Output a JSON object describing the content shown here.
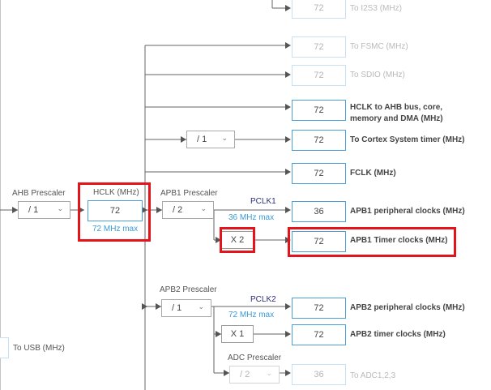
{
  "ahb_prescaler": {
    "label": "AHB Prescaler",
    "value": "/ 1"
  },
  "hclk": {
    "label": "HCLK (MHz)",
    "value": "72",
    "max": "72 MHz max"
  },
  "apb1_prescaler": {
    "label": "APB1 Prescaler",
    "value": "/ 2"
  },
  "pclk1": {
    "label": "PCLK1",
    "max": "36 MHz max"
  },
  "apb1_timer_multiplier": "X 2",
  "apb2_prescaler": {
    "label": "APB2 Prescaler",
    "value": "/ 1"
  },
  "pclk2": {
    "label": "PCLK2",
    "max": "72 MHz max"
  },
  "apb2_timer_multiplier": "X 1",
  "adc_prescaler": {
    "label": "ADC Prescaler",
    "value": "/ 2"
  },
  "cortex_divider": {
    "value": "/ 1"
  },
  "usb": {
    "label": "To USB (MHz)"
  },
  "outputs": {
    "i2s3": {
      "value": "72",
      "label": "To I2S3 (MHz)"
    },
    "fsmc": {
      "value": "72",
      "label": "To FSMC (MHz)"
    },
    "sdio": {
      "value": "72",
      "label": "To SDIO (MHz)"
    },
    "hclk_ahb": {
      "value": "72",
      "label_line1": "HCLK to AHB bus, core,",
      "label_line2": "memory and DMA (MHz)"
    },
    "cortex_timer": {
      "value": "72",
      "label": "To Cortex System timer (MHz)"
    },
    "fclk": {
      "value": "72",
      "label": "FCLK (MHz)"
    },
    "apb1_periph": {
      "value": "36",
      "label": "APB1 peripheral clocks (MHz)"
    },
    "apb1_timer": {
      "value": "72",
      "label": "APB1 Timer clocks (MHz)"
    },
    "apb2_periph": {
      "value": "72",
      "label": "APB2 peripheral clocks (MHz)"
    },
    "apb2_timer": {
      "value": "72",
      "label": "APB2 timer clocks (MHz)"
    },
    "adc": {
      "value": "36",
      "label": "To ADC1,2,3"
    }
  },
  "colors": {
    "highlight": "#e3141a",
    "active_border": "#4a9fd8",
    "max_text": "#3a9bd6",
    "pclk_text": "#2a2f7a"
  }
}
